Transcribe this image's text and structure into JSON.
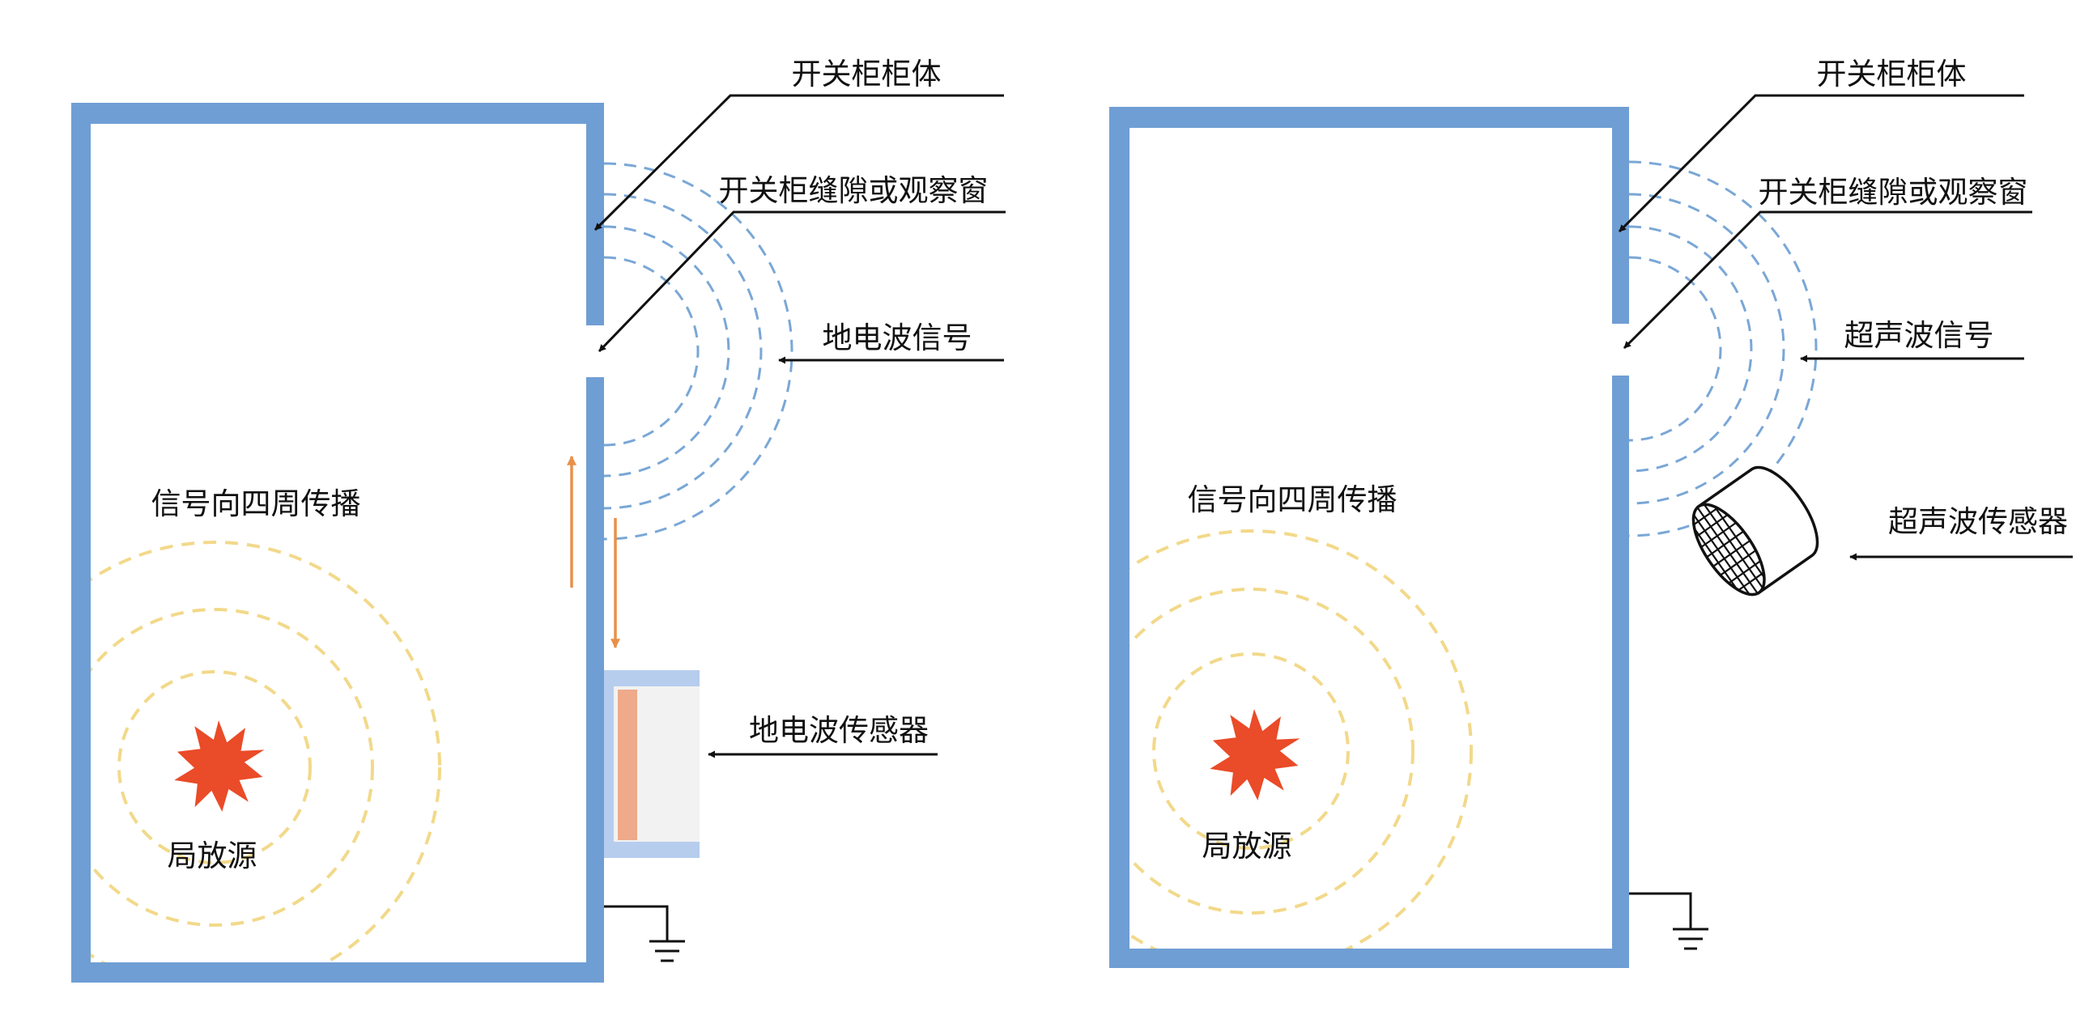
{
  "colors": {
    "cabinet": "#6f9ed4",
    "signal_wave": "#7aa7d6",
    "propagation_wave": "#f2d98a",
    "discharge_source": "#ea4b28",
    "current_arrow": "#e8904a",
    "tev_sensor_frame": "#b6cdee",
    "tev_sensor_plate": "#eeaa8a"
  },
  "left": {
    "cabinet_label": "开关柜柜体",
    "gap_label": "开关柜缝隙或观察窗",
    "signal_label": "地电波信号",
    "propagation_label": "信号向四周传播",
    "source_label": "局放源",
    "sensor_label": "地电波传感器"
  },
  "right": {
    "cabinet_label": "开关柜柜体",
    "gap_label": "开关柜缝隙或观察窗",
    "signal_label": "超声波信号",
    "propagation_label": "信号向四周传播",
    "source_label": "局放源",
    "sensor_label": "超声波传感器"
  },
  "icons": {
    "source": "burst-icon",
    "ground": "ground-icon"
  }
}
